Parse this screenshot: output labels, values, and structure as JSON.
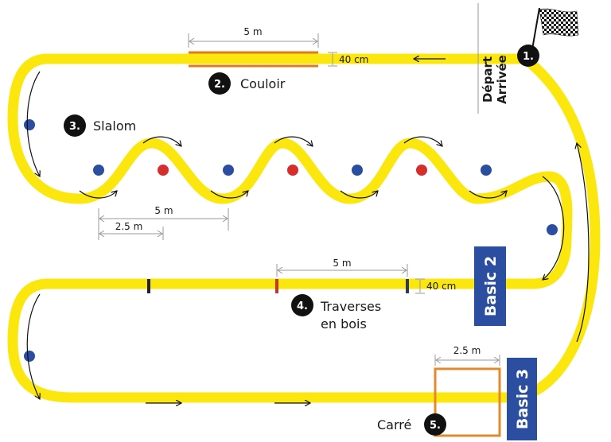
{
  "diagram": {
    "type": "obstacle course layout",
    "colors": {
      "track": "#fbe70e",
      "cone_blue": "#2b4ea0",
      "cone_red": "#d62d2d",
      "couloir_lines": "#e07a1f",
      "carre": "#e28a2e",
      "basic_badge": "#2b4ea0",
      "number_badge": "#111111",
      "dimension_lines": "#9a9a9a"
    },
    "start": {
      "label_line1": "Départ",
      "label_line2": "Arrivée",
      "badge": "1.",
      "icon": "checkered-flag-icon"
    },
    "stations": [
      {
        "badge": "1.",
        "label": ""
      },
      {
        "badge": "2.",
        "label": "Couloir"
      },
      {
        "badge": "3.",
        "label": "Slalom"
      },
      {
        "badge": "4.",
        "label_line1": "Traverses",
        "label_line2": "en bois"
      },
      {
        "badge": "5.",
        "label": "Carré"
      }
    ],
    "dimensions": {
      "couloir_length": "5 m",
      "couloir_width": "40 cm",
      "slalom_spacing": "5 m",
      "slalom_half": "2.5 m",
      "traverses_length": "5 m",
      "traverses_width": "40 cm",
      "carre_side": "2.5 m"
    },
    "levels": [
      {
        "label": "Basic 2"
      },
      {
        "label": "Basic 3"
      }
    ]
  }
}
